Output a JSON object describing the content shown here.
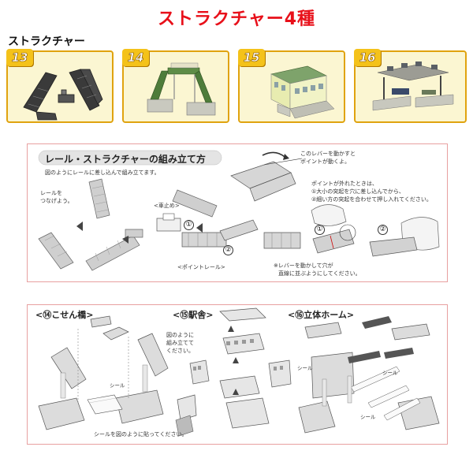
{
  "header": {
    "title": "ストラクチャー4種",
    "section_label": "ストラクチャー"
  },
  "products": [
    {
      "number": "13",
      "icon": "point-rail-icon"
    },
    {
      "number": "14",
      "icon": "overpass-bridge-icon"
    },
    {
      "number": "15",
      "icon": "station-building-icon"
    },
    {
      "number": "16",
      "icon": "elevated-platform-icon"
    }
  ],
  "assembly": {
    "title": "レール・ストラクチャーの組み立て方",
    "intro": "図のようにレールに差し込んで組み立てます。",
    "connect_label_1": "レールを",
    "connect_label_2": "つなげよう。",
    "stopper_label": "<車止め>",
    "point_rail_label": "<ポイントレール>",
    "step_1": "①",
    "step_2": "②",
    "lever_note_1": "このレバーを動かすと",
    "lever_note_2": "ポイントが動くよ。",
    "fix_title": "ポイントが外れたときは、",
    "fix_line_1": "①大小の突起を穴に差し込んでから、",
    "fix_line_2": "②細い方の突起を合わせて押し入れてください。",
    "caution_1": "※レバーを動かして穴が",
    "caution_2": "直線に並ぶようにしてください。"
  },
  "structures": {
    "bridge_title": "<⑭こせん橋>",
    "station_title": "<⑮駅舎>",
    "platform_title": "<⑯立体ホーム>",
    "seal_label": "シール",
    "seal_note": "シールを図のように貼ってください。",
    "station_note_1": "図のように",
    "station_note_2": "組み立てて",
    "station_note_3": "ください。"
  },
  "colors": {
    "title_red": "#e8101a",
    "card_border": "#e0a30f",
    "card_bg": "#fbf6d2",
    "number_badge": "#f4c21a",
    "panel_border": "#e8a0a0"
  }
}
